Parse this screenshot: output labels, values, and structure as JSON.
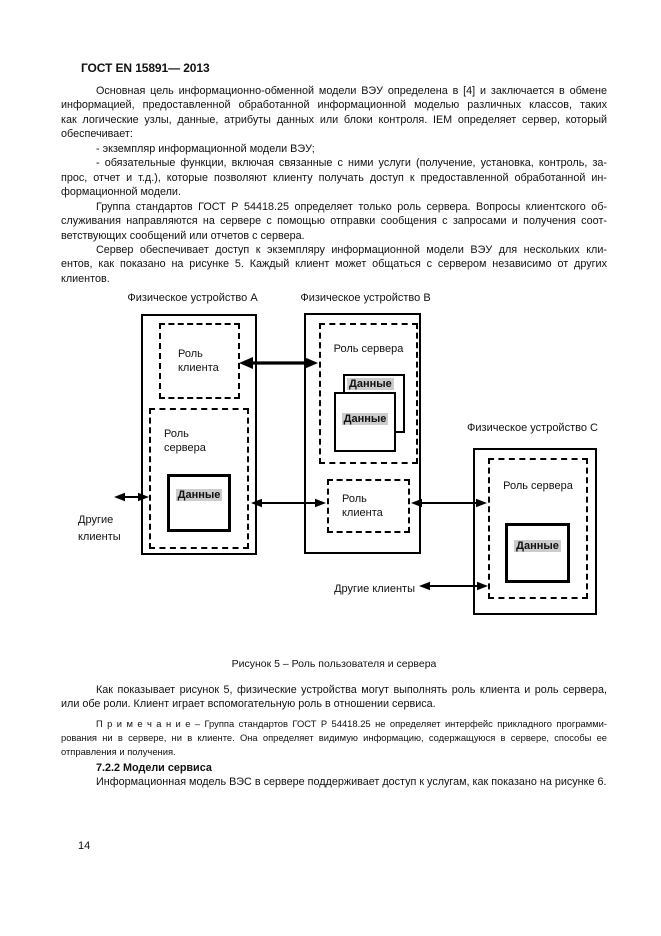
{
  "page": {
    "header": "ГОСТ EN  15891— 2013",
    "page_number": "14"
  },
  "colors": {
    "text": "#111111",
    "line": "#000000",
    "data_highlight": "#cccccc"
  },
  "body": {
    "paragraphs": [
      {
        "lines": [
          "Основная цель информационно-обменной модели ВЭУ определена в [4] и заключается в обмене",
          "информацией, предоставленной обработанной информационной моделью различных классов, таких",
          "как логические узлы, данные, атрибуты данных или блоки контроля. IEM определяет сервер, который",
          "обеспечивает:"
        ]
      },
      {
        "lines": [
          "- экземпляр информационной модели ВЭУ;"
        ]
      },
      {
        "lines": [
          "- обязательные функции, включая связанные с ними услуги (получение, установка, контроль, за-",
          "прос, отчет и т.д.), которые позволяют клиенту получать доступ к предоставленной обработанной ин-",
          "формационной модели."
        ]
      },
      {
        "lines": [
          "Группа стандартов ГОСТ Р 54418.25 определяет только роль сервера. Вопросы клиентского об-",
          "служивания направляются на сервере с помощью отправки сообщения с запросами и получения соот-",
          "ветствующих сообщений или отчетов с сервера."
        ]
      },
      {
        "lines": [
          "Сервер обеспечивает доступ к экземпляру информационной модели ВЭУ для нескольких кли-",
          "ентов, как показано на рисунке 5. Каждый клиент может общаться с сервером независимо от других",
          "клиентов."
        ]
      }
    ]
  },
  "figure": {
    "caption": "Рисунок 5 – Роль пользователя и сервера",
    "device_a": {
      "label": "Физическое устройство А",
      "client_role": "Роль клиента",
      "server_role": "Роль сервера",
      "data_label": "Данные"
    },
    "device_b": {
      "label": "Физическое устройство В",
      "server_role": "Роль сервера",
      "data_back_label": "Данные",
      "data_front_label": "Данные",
      "client_role": "Роль клиента"
    },
    "device_c": {
      "label": "Физическое устройство С",
      "server_role": "Роль сервера",
      "data_label": "Данные"
    },
    "other_clients_left": "Другие клиенты",
    "other_clients_bottom": "Другие клиенты",
    "arrows": [
      "double-arrow-a-client-to-b-server",
      "double-arrow-other-clients-to-a-server",
      "double-arrow-a-server-to-b-client",
      "double-arrow-b-client-to-c-server",
      "double-arrow-other-clients-to-c-server"
    ]
  },
  "after_figure": {
    "paragraph": {
      "lines": [
        "Как показывает рисунок 5, физические устройства могут выполнять роль клиента и роль сервера,",
        "или обе роли. Клиент играет вспомогательную роль в отношении сервиса."
      ]
    },
    "note": {
      "lines": [
        "П р и м е ч а н и е  – Группа стандартов ГОСТ Р 54418.25 не определяет интерфейс прикладного программи-",
        "рования ни в сервере, ни в клиенте. Она определяет видимую информацию, содержащуюся в сервере, способы ее",
        "отправления и получения."
      ]
    },
    "section_heading": "7.2.2 Модели сервиса",
    "section_paragraph": "Информационная модель ВЭС в сервере поддерживает доступ к услугам, как показано на рисунке 6."
  }
}
